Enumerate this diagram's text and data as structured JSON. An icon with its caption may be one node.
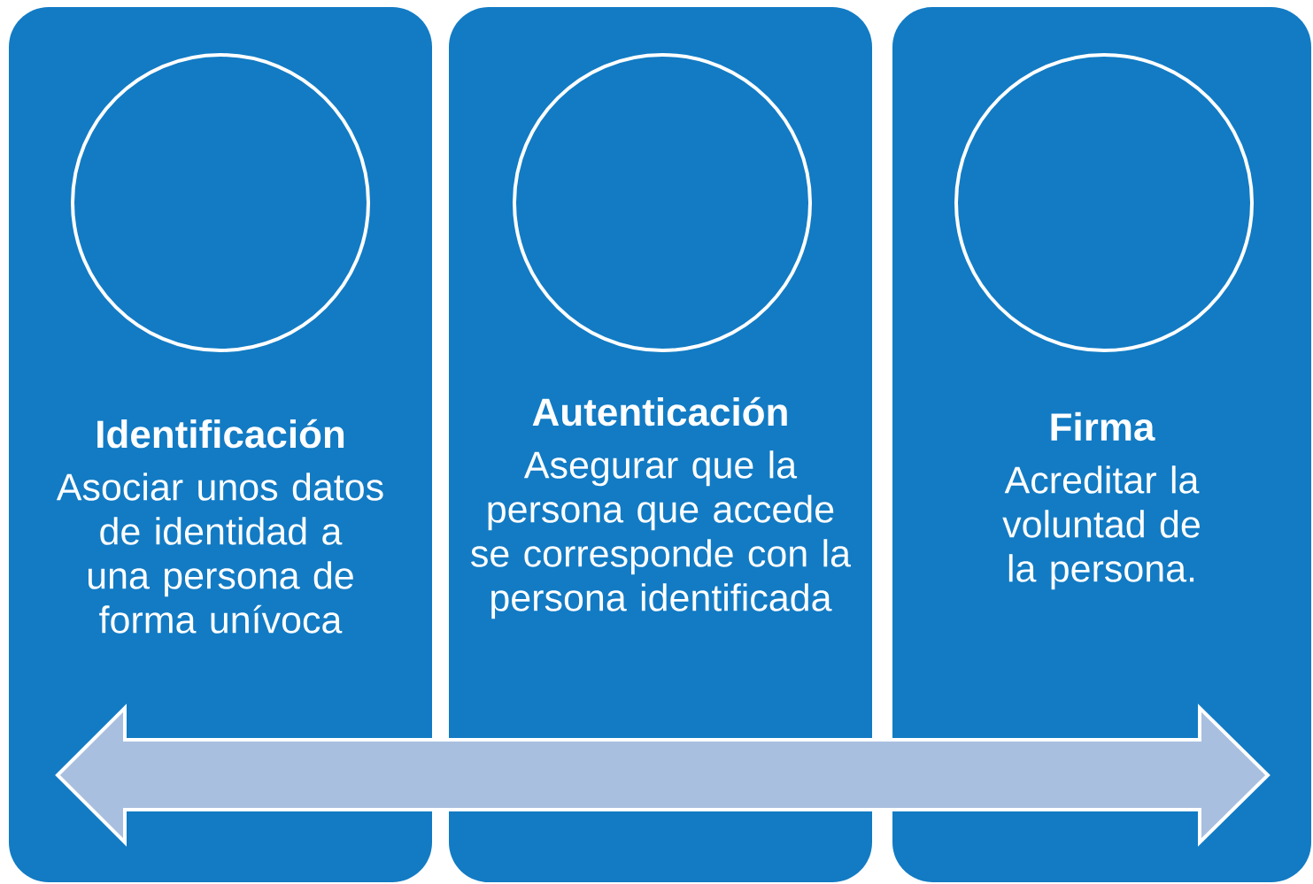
{
  "diagram": {
    "nodes": [
      {
        "text": [
          "Identificación",
          "Asociar unos datos de identidad a una persona de forma unívoca"
        ]
      },
      {
        "text": [],
        "shape": "circle",
        "in": 0
      },
      {
        "text": [
          "Autenticación",
          "Asegurar que la persona que accede se corresponde con la persona identificada"
        ]
      },
      {
        "text": [],
        "shape": "circle",
        "in": 2
      },
      {
        "text": [
          "Firma",
          "Acreditar la voluntad de la persona."
        ]
      },
      {
        "text": [],
        "shape": "circle",
        "in": 4
      }
    ]
  }
}
